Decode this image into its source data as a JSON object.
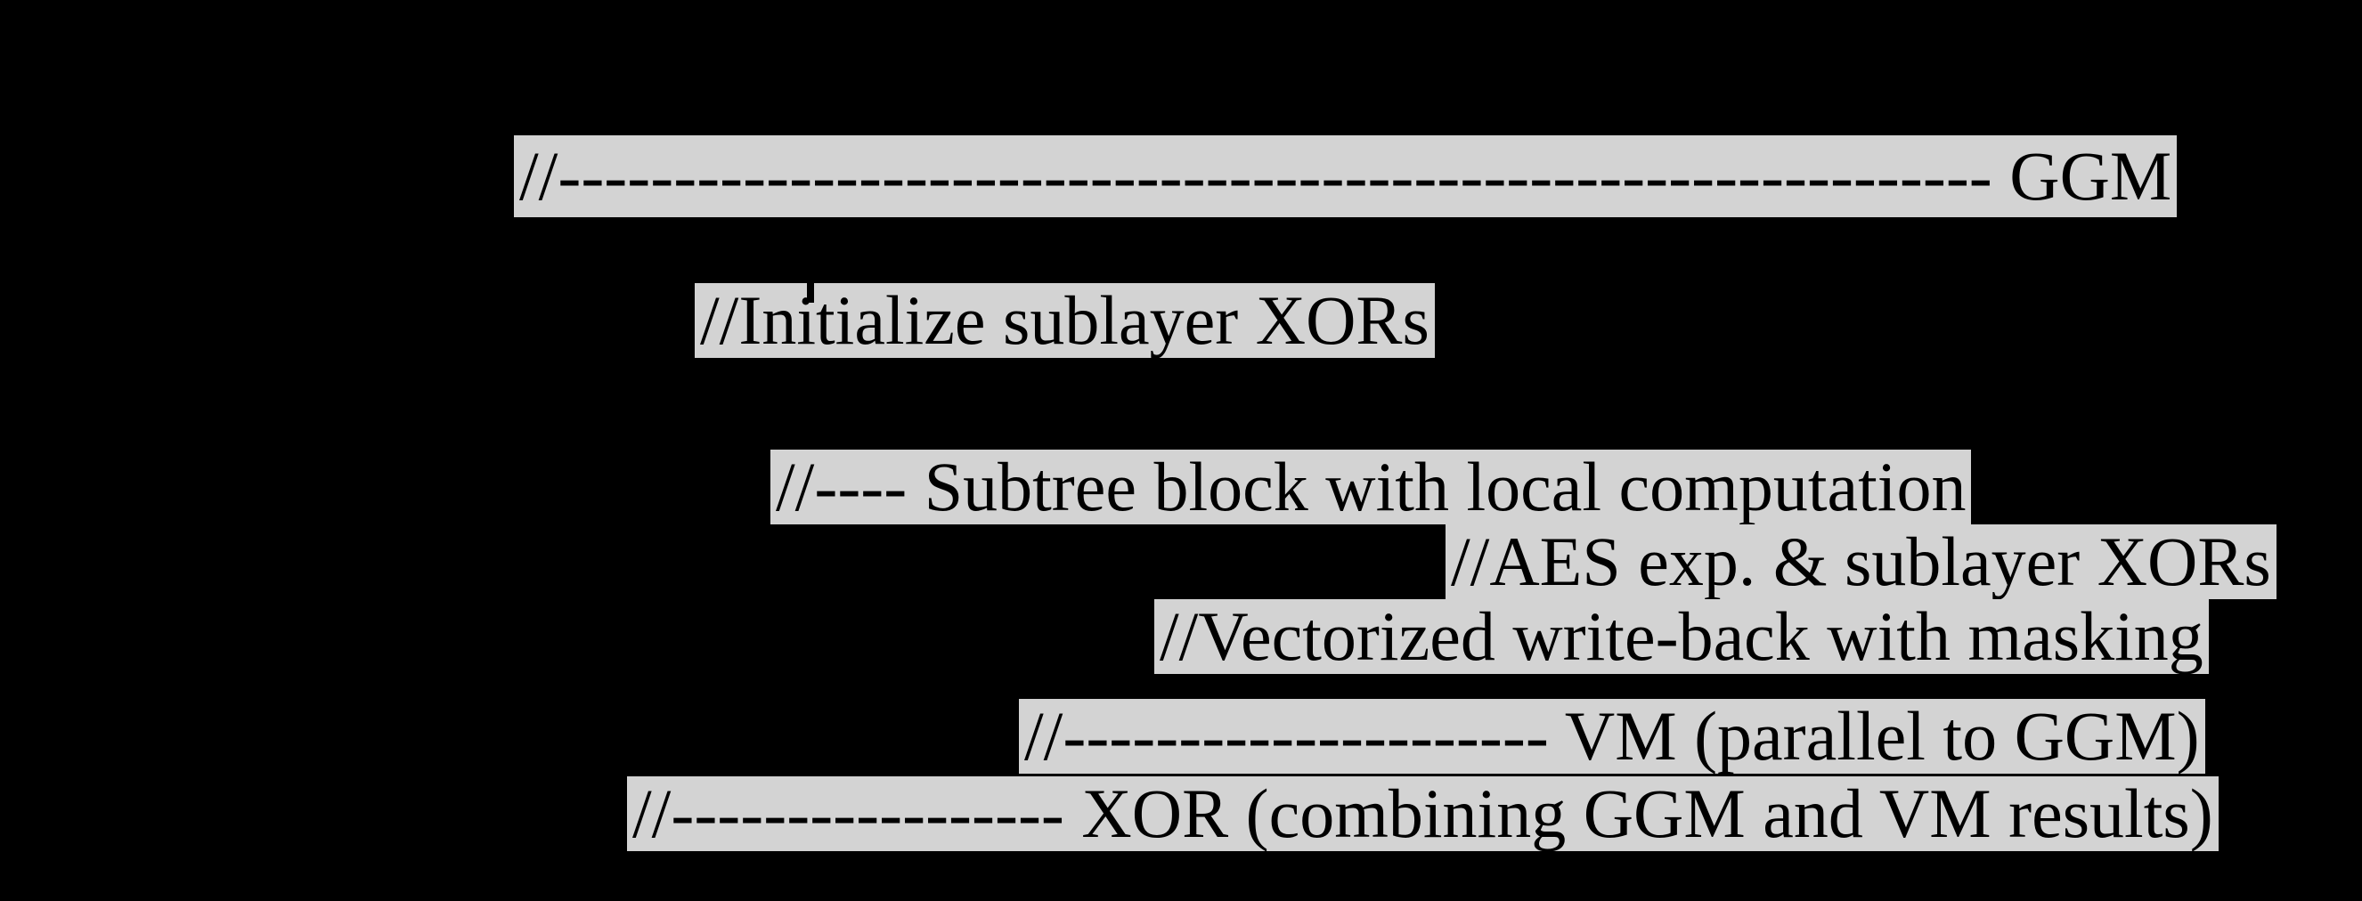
{
  "figure": {
    "background_color": "#000000",
    "highlight_color": "#d3d3d3",
    "text_color": "#000000"
  },
  "listing": {
    "comments": [
      {
        "id": "ggm-divider",
        "text": "//-------------------------------------------------------------- GGM"
      },
      {
        "id": "init-sublayer-xors",
        "text": "//Initialize sublayer XORs"
      },
      {
        "id": "subtree-block",
        "text": "//---- Subtree block with local computation"
      },
      {
        "id": "aes-exp-sublayer",
        "text": "//AES exp. & sublayer XORs"
      },
      {
        "id": "vectorized-writeback",
        "text": "//Vectorized write-back with masking"
      },
      {
        "id": "vm-divider",
        "text": "//--------------------- VM (parallel to GGM)"
      },
      {
        "id": "xor-divider",
        "text": "//----------------- XOR (combining GGM and VM results)"
      }
    ]
  }
}
